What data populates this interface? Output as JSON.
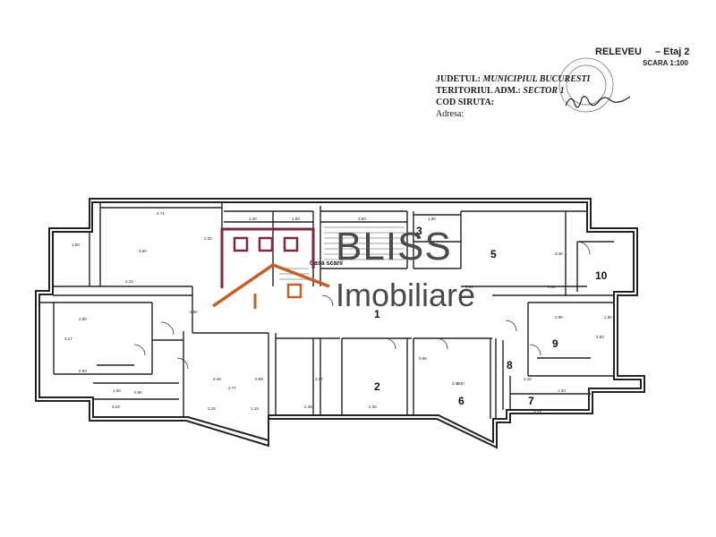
{
  "header": {
    "title": "RELEVEU",
    "floor": "– Etaj 2",
    "scale": "SCARA 1:100",
    "fields": [
      {
        "label": "JUDETUL:",
        "value": "MUNICIPIUL BUCURESTI"
      },
      {
        "label": "TERITORIUL ADM.:",
        "value": "SECTOR 1"
      },
      {
        "label": "COD SIRUTA:",
        "value": ""
      },
      {
        "label": "Adresa:",
        "value": ""
      }
    ]
  },
  "watermark": {
    "brand": "BLISS",
    "sub": "Imobiliare",
    "colors": {
      "house": "#c0622a",
      "frame": "#7a2a3a",
      "text": "#4a4a4a"
    }
  },
  "plan": {
    "stair_label": "Casa scarii",
    "rooms": [
      "1",
      "2",
      "3",
      "5",
      "6",
      "7",
      "8",
      "9",
      "10"
    ],
    "dims": [
      "4.71",
      "1.40",
      "1.50",
      "3.60",
      "1.80",
      "1.60",
      "3.60",
      "2.20",
      "2.90",
      "1.50",
      "3.17",
      "0.90",
      "2.13",
      "2.40",
      "2.77",
      "0.89",
      "2.18",
      "1.19",
      "2.36",
      "3.37",
      "2.38",
      "0.86",
      "2.40",
      "2.16",
      "0.80",
      "1.30",
      "3.23",
      "6.00",
      "2.10",
      "2.90",
      "1.80",
      "2.94",
      "3.40",
      "2.40",
      "1.36"
    ]
  }
}
